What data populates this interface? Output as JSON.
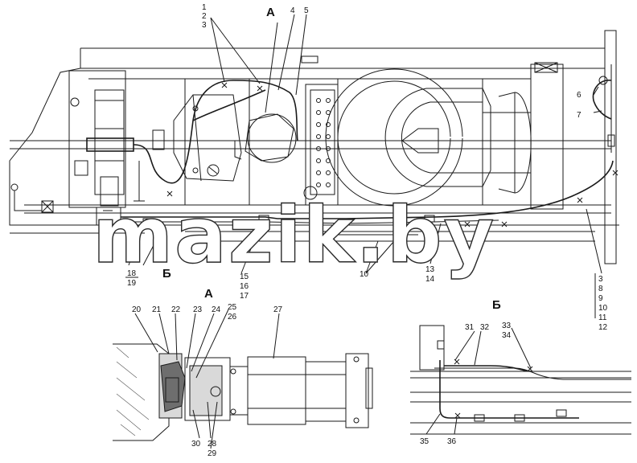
{
  "views": {
    "main_title": "А",
    "view_a_title": "А",
    "view_b_title": "Б",
    "marker_b": "Б"
  },
  "watermark": "mazik.by",
  "callouts": {
    "c1": "1",
    "c2": "2",
    "c3": "3",
    "c4": "4",
    "c5": "5",
    "c6": "6",
    "c7": "7",
    "c3b": "3",
    "c8": "8",
    "c9": "9",
    "c10b": "10",
    "c11": "11",
    "c12": "12",
    "c10": "10",
    "c13": "13",
    "c14": "14",
    "c15": "15",
    "c16": "16",
    "c17": "17",
    "c18": "18",
    "c19": "19",
    "c20": "20",
    "c21": "21",
    "c22": "22",
    "c23": "23",
    "c24": "24",
    "c25": "25",
    "c26": "26",
    "c27": "27",
    "c28": "28",
    "c29": "29",
    "c30": "30",
    "c31": "31",
    "c32": "32",
    "c33": "33",
    "c34": "34",
    "c35": "35",
    "c36": "36"
  }
}
